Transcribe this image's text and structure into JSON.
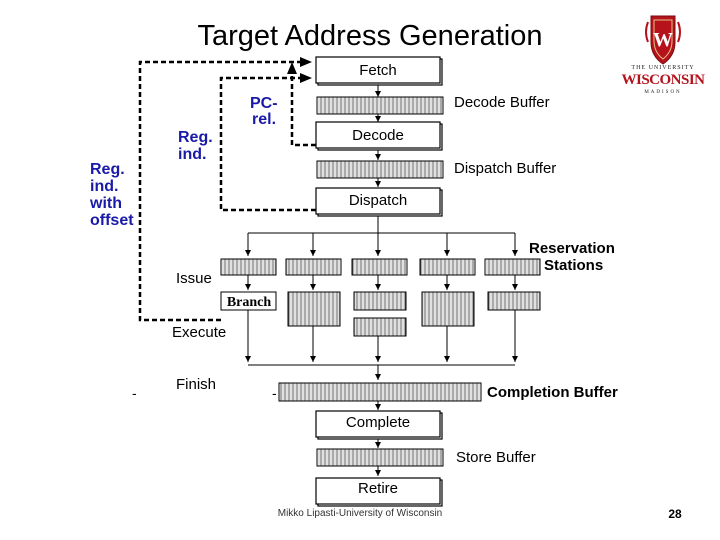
{
  "slide": {
    "title": "Target Address Generation",
    "footer": "Mikko Lipasti-University of Wisconsin",
    "page_number": "28",
    "dash_marks": [
      "-",
      "-"
    ]
  },
  "logo": {
    "line1": "THE UNIVERSITY",
    "line2": "WISCONSIN",
    "line3": "MADISON",
    "crest_letter": "W",
    "colors": {
      "crest": "#b5121b",
      "text": "#b5121b"
    }
  },
  "pipeline": {
    "stages": {
      "fetch": "Fetch",
      "decode": "Decode",
      "dispatch": "Dispatch",
      "complete": "Complete",
      "retire": "Retire"
    },
    "buffers": {
      "decode_buffer": "Decode Buffer",
      "dispatch_buffer": "Dispatch Buffer",
      "reservation_stations_line1": "Reservation",
      "reservation_stations_line2": "Stations",
      "completion_buffer": "Completion Buffer",
      "store_buffer": "Store Buffer"
    },
    "phases": {
      "issue": "Issue",
      "execute": "Execute",
      "finish": "Finish"
    },
    "branch_unit": "Branch"
  },
  "feedback_paths": {
    "pc_rel_line1": "PC-",
    "pc_rel_line2": "rel.",
    "reg_ind_line1": "Reg.",
    "reg_ind_line2": "ind.",
    "reg_ind_offset_line1": "Reg.",
    "reg_ind_offset_line2": "ind.",
    "reg_ind_offset_line3": "with",
    "reg_ind_offset_line4": "offset",
    "color": "#1a1aa8"
  }
}
